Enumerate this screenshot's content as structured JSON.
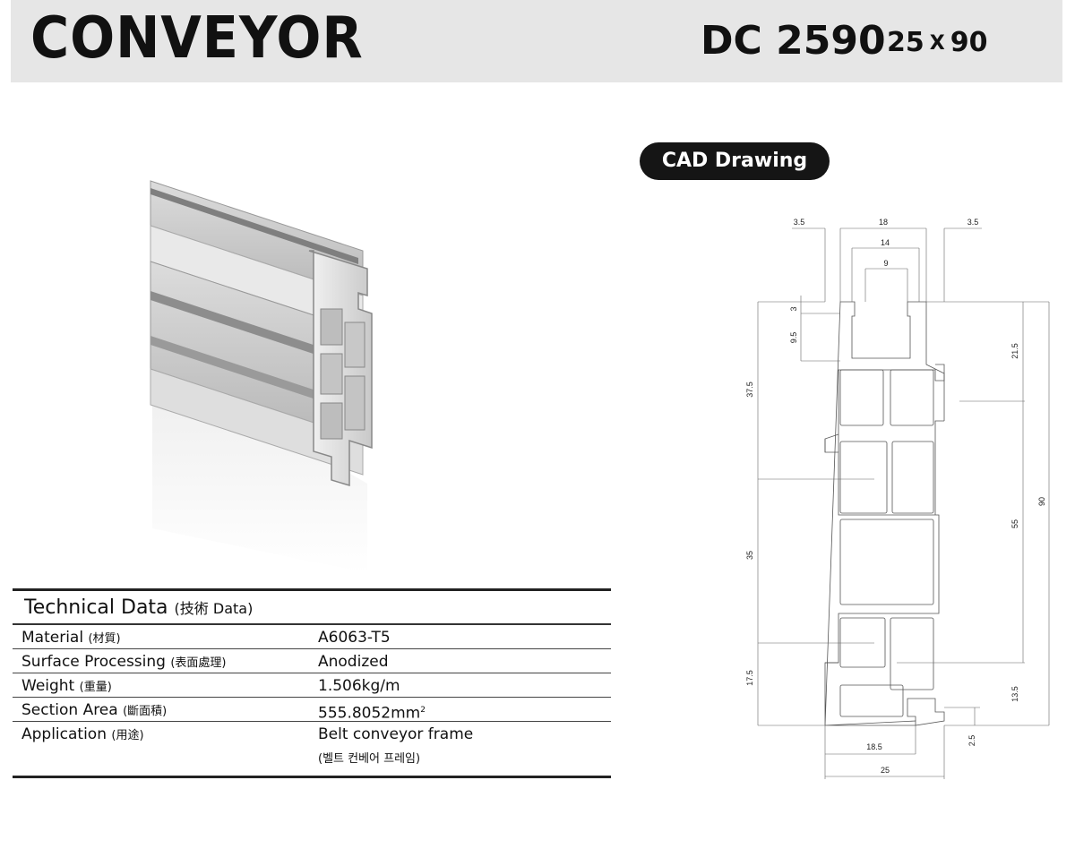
{
  "header": {
    "title": "CONVEYOR",
    "model": "DC 2590",
    "size_w": "25",
    "size_x": "X",
    "size_h": "90"
  },
  "cad": {
    "label": "CAD Drawing"
  },
  "dimensions": {
    "top_35_left": "3.5",
    "top_18": "18",
    "top_35_right": "3.5",
    "top_14": "14",
    "top_9": "9",
    "left_3": "3",
    "left_95": "9.5",
    "left_375": "37.5",
    "left_35": "35",
    "left_175": "17.5",
    "right_215": "21.5",
    "right_55": "55",
    "right_90": "90",
    "right_135": "13.5",
    "right_25": "2.5",
    "bottom_185": "18.5",
    "bottom_25": "25"
  },
  "technical": {
    "heading": "Technical Data",
    "heading_sub": "(技術  Data)",
    "rows": [
      {
        "label": "Material",
        "label_sub": "(材質)",
        "value": "A6063-T5"
      },
      {
        "label": "Surface Processing",
        "label_sub": "(表面處理)",
        "value": "Anodized"
      },
      {
        "label": "Weight",
        "label_sub": "(重量)",
        "value": "1.506kg/m"
      },
      {
        "label": "Section Area",
        "label_sub": "(斷面積)",
        "value": "555.8052mm",
        "value_sup": "2"
      },
      {
        "label": "Application",
        "label_sub": "(用途)",
        "value": "Belt conveyor frame",
        "note": "(벨트 컨베어 프레임)"
      }
    ]
  }
}
